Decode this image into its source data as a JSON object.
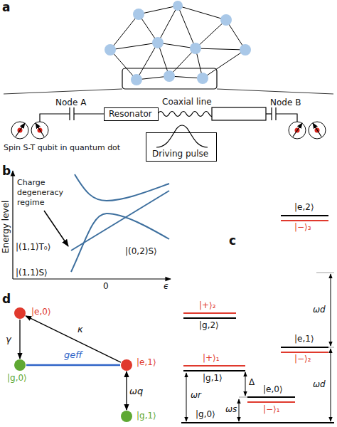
{
  "diagram": {
    "nodes": [
      {
        "text": [
          "Resonator"
        ]
      },
      {
        "text": [
          "Driving pulse"
        ]
      },
      {
        "text": [
          "|e,0⟩"
        ]
      },
      {
        "text": [
          "|g,0⟩"
        ]
      },
      {
        "text": [
          "|e,1⟩"
        ]
      },
      {
        "text": [
          "|g,1⟩"
        ]
      }
    ],
    "edges": [
      {
        "from": 2,
        "to": 3,
        "arrow": "to",
        "label": "γ"
      },
      {
        "from": 4,
        "to": 2,
        "arrow": "to",
        "label": "κ"
      },
      {
        "from": 3,
        "to": 4,
        "arrow": "none",
        "label": "geff"
      },
      {
        "from": 4,
        "to": 5,
        "arrow": "both",
        "label": "ωq"
      }
    ],
    "labels": [
      "a",
      "Node A",
      "Coaxial line",
      "Node B",
      "Spin S-T qubit in quantum dot",
      "b",
      "Energy level",
      "Charge degeneracy regime",
      "|(1,1)T₀⟩",
      "|(1,1)S⟩",
      "|(0,2)S⟩",
      "ϵ",
      "0",
      "c",
      "|e,2⟩",
      "|−⟩₃",
      "|+⟩₂",
      "|g,2⟩",
      "|e,1⟩",
      "|−⟩₂",
      "|+⟩₁",
      "|g,1⟩",
      "Δ",
      "|e,0⟩",
      "|−⟩₁",
      "|g,0⟩",
      "ωr",
      "ωs",
      "ωd",
      "ωd",
      "d"
    ]
  }
}
